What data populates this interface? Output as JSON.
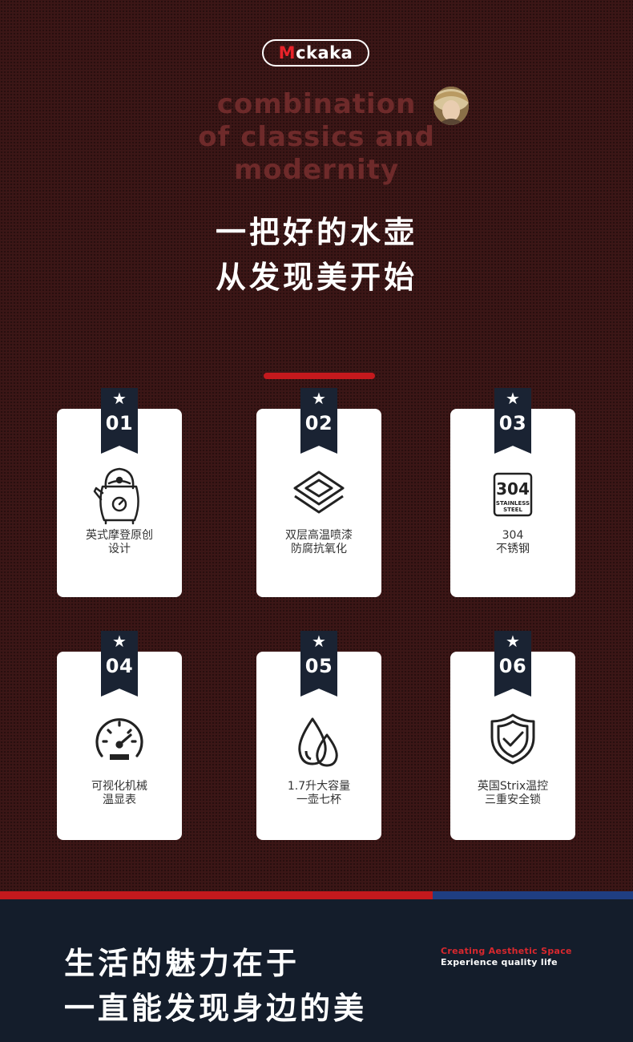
{
  "brand": {
    "logo_first": "M",
    "logo_rest": "ckaka"
  },
  "slogan_en": [
    "combination",
    "of classics and",
    "modernity"
  ],
  "headline": [
    "一把好的水壶",
    "从发现美开始"
  ],
  "features": [
    {
      "num": "01",
      "lines": [
        "英式摩登原创",
        "设计"
      ],
      "icon": "kettle-icon"
    },
    {
      "num": "02",
      "lines": [
        "双层高温喷漆",
        "防腐抗氧化"
      ],
      "icon": "layers-icon"
    },
    {
      "num": "03",
      "lines": [
        "304",
        "不锈钢"
      ],
      "icon": "stainless-steel-badge-icon",
      "badge_num": "304",
      "badge_line1": "STAINLESS",
      "badge_line2": "STEEL"
    },
    {
      "num": "04",
      "lines": [
        "可视化机械",
        "温显表"
      ],
      "icon": "gauge-icon"
    },
    {
      "num": "05",
      "lines": [
        "1.7升大容量",
        "一壶七杯"
      ],
      "icon": "water-drops-icon"
    },
    {
      "num": "06",
      "lines": [
        "英国Strix温控",
        "三重安全锁"
      ],
      "icon": "shield-check-icon"
    }
  ],
  "bottom": {
    "headline": [
      "生活的魅力在于",
      "一直能发现身边的美"
    ],
    "en_red": "Creating Aesthetic Space",
    "en_white": "Experience quality life"
  },
  "colors": {
    "background": "#3b1616",
    "accent_red": "#c4191d",
    "navy": "#141d2b",
    "blue": "#1f3e82"
  }
}
